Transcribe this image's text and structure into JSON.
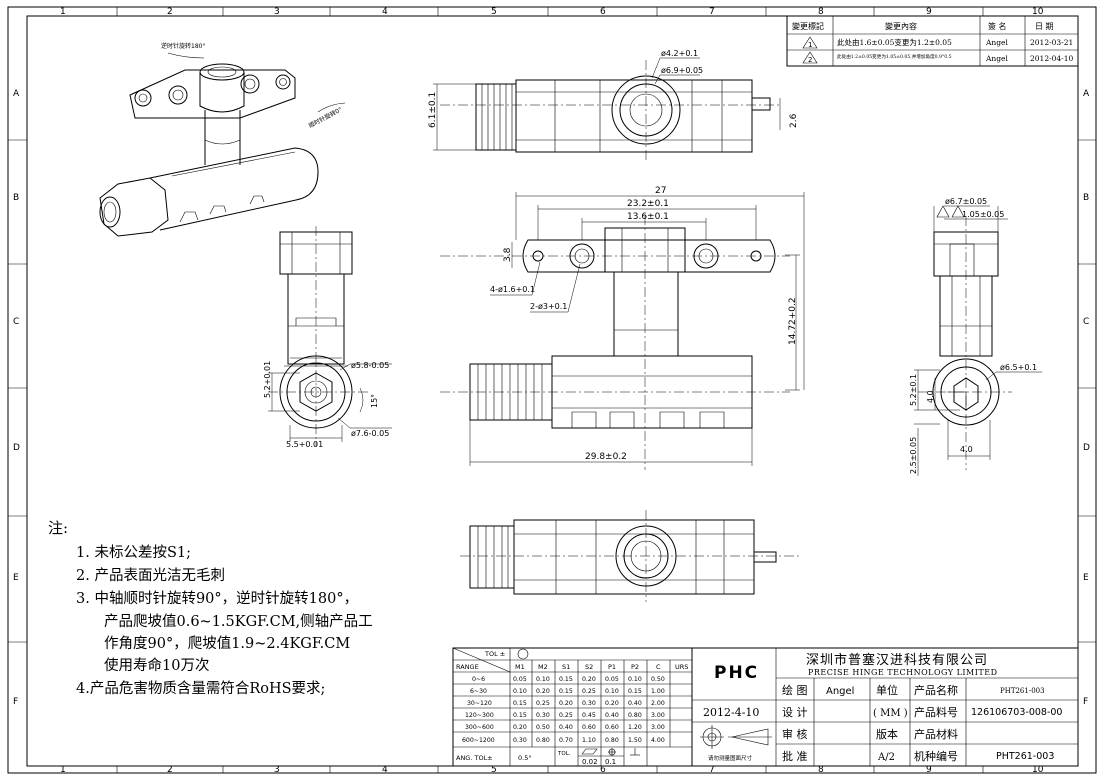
{
  "frame": {
    "columns": [
      "1",
      "2",
      "3",
      "4",
      "5",
      "6",
      "7",
      "8",
      "9",
      "10"
    ],
    "rows": [
      "A",
      "B",
      "C",
      "D",
      "E",
      "F"
    ]
  },
  "revision_table": {
    "headers": {
      "mark": "變更標記",
      "content": "變更內容",
      "sign": "簽 名",
      "date": "日 期"
    },
    "rows": [
      {
        "mark": "1",
        "content": "此处由1.6±0.05变更为1.2±0.05",
        "sign": "Angel",
        "date": "2012-03-21"
      },
      {
        "mark": "2",
        "content": "此处由1.2±0.05变更为1.05±0.05,并增加角度0.9°0.5",
        "sign": "Angel",
        "date": "2012-04-10"
      }
    ]
  },
  "iso_view": {
    "label_cw": "逆时针旋转180°",
    "label_ccw": "顺时针旋转0°"
  },
  "dimensions": {
    "top_hole_top": "ø4.2+0.1",
    "top_hole_bottom": "ø6.9+0.05",
    "top_height": "6.1±0.1",
    "top_right": "2.6",
    "front_overall": "27",
    "front_mid": "23.2±0.1",
    "front_inner": "13.6±0.1",
    "front_height_left": "3.8",
    "front_holes_small": "4-ø1.6+0.1",
    "front_holes_big": "2-ø3+0.1",
    "front_vertical": "14.72+0.2",
    "front_bottom": "29.8±0.2",
    "side_hole_d": "ø5.8-0.05",
    "side_height": "5.2+0.01",
    "side_angle": "15°",
    "side_outer": "ø7.6-0.05",
    "side_width": "5.5+0.01",
    "right_top_d": "ø6.7±0.05",
    "right_flat": "1.05±0.05",
    "right_d": "ø6.5+0.1",
    "right_h": "5.2±0.1",
    "right_4_vert": "4.0",
    "right_bottom": "2.5±0.05",
    "right_4_horz": "4.0"
  },
  "notes": {
    "heading": "注:",
    "items": [
      "1. 未标公差按S1;",
      "2. 产品表面光洁无毛刺",
      "3. 中轴顺时针旋转90°，逆时针旋转180°，",
      "产品爬坡值0.6~1.5KGF.CM,侧轴产品工",
      "作角度90°，爬坡值1.9~2.4KGF.CM",
      "使用寿命10万次",
      "4.产品危害物质含量需符合RoHS要求;"
    ]
  },
  "tolerance_table": {
    "corner_top": "TOL ±",
    "corner_bottom": "RANGE",
    "columns": [
      "M1",
      "M2",
      "S1",
      "S2",
      "P1",
      "P2",
      "C",
      "URS"
    ],
    "rows": [
      {
        "range": "0~6",
        "values": [
          "0.05",
          "0.10",
          "0.15",
          "0.20",
          "0.05",
          "0.10",
          "0.50",
          ""
        ]
      },
      {
        "range": "6~30",
        "values": [
          "0.10",
          "0.20",
          "0.15",
          "0.25",
          "0.10",
          "0.15",
          "1.00",
          ""
        ]
      },
      {
        "range": "30~120",
        "values": [
          "0.15",
          "0.25",
          "0.20",
          "0.30",
          "0.20",
          "0.40",
          "2.00",
          ""
        ]
      },
      {
        "range": "120~300",
        "values": [
          "0.15",
          "0.30",
          "0.25",
          "0.45",
          "0.40",
          "0.80",
          "3.00",
          ""
        ]
      },
      {
        "range": "300~600",
        "values": [
          "0.20",
          "0.50",
          "0.40",
          "0.60",
          "0.60",
          "1.20",
          "3.00",
          ""
        ]
      },
      {
        "range": "600~1200",
        "values": [
          "0.30",
          "0.80",
          "0.70",
          "1.10",
          "0.80",
          "1.50",
          "4.00",
          ""
        ]
      }
    ],
    "ang_label": "ANG. TOL±",
    "ang_value": "0.5°",
    "tol_label": "TOL.",
    "flat_tol": "0.02",
    "pos_tol": "0.1"
  },
  "title_block": {
    "logo": "PHC",
    "company_cn": "深圳市普塞汉进科技有限公司",
    "company_en": "PRECISE HINGE TECHNOLOGY LIMITED",
    "date": "2012-4-10",
    "footnote": "请勿测量图面尺寸",
    "labels": {
      "drawn": "绘 图",
      "design": "设 计",
      "review": "审 核",
      "approve": "批 准",
      "unit": "单位",
      "version": "版本",
      "product_name": "产品名称",
      "part_no": "产品料号",
      "material": "产品材料",
      "drawing_no": "机种编号"
    },
    "drawn_by": "Angel",
    "unit_value": "( MM )",
    "version_value": "A/2",
    "product_name_value": "PHT261-003",
    "part_no_value": "126106703-008-00",
    "material_value": "",
    "drawing_no_value": "PHT261-003"
  }
}
